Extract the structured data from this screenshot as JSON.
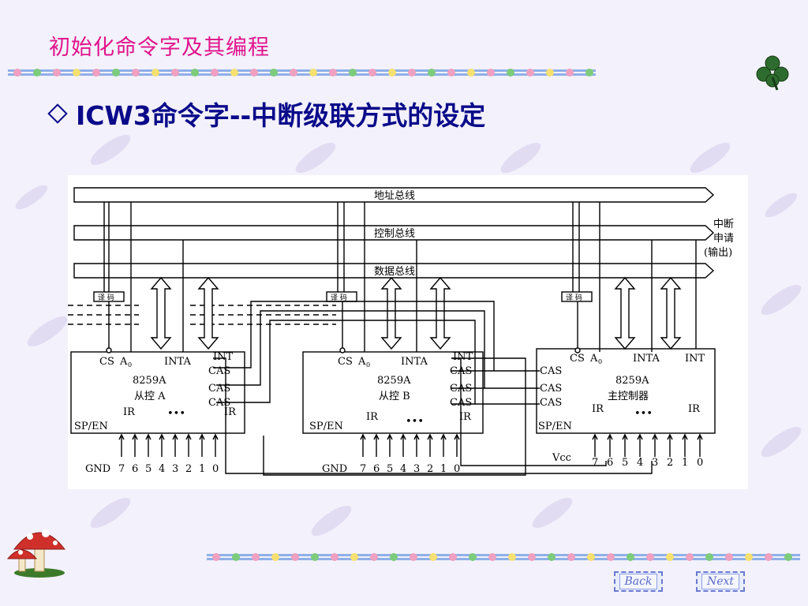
{
  "slide_title": "初始化命令字及其编程",
  "heading": "ICW3命令字--中断级联方式的设定",
  "diagram": {
    "bus_address": "地址总线",
    "bus_control": "控制总线",
    "bus_data": "数据总线",
    "int_request_1": "中断",
    "int_request_2": "申请",
    "int_request_3": "(输出)",
    "decoder": "译 码",
    "cs": "CS",
    "a0": "A",
    "a0_sub": "0",
    "inta": "INTA",
    "int": "INT",
    "cas": "CAS",
    "sp_en": "SP/EN",
    "ir": "IR",
    "dots": "•••",
    "gnd": "GND",
    "vcc": "Vcc",
    "chip_model": "8259A",
    "slave_a_name": "从控 A",
    "slave_b_name": "从控 B",
    "master_name": "主控制器",
    "pins_full": [
      "7",
      "6",
      "5",
      "4",
      "3",
      "2",
      "1",
      "0"
    ]
  },
  "nav": {
    "back": "Back",
    "next": "Next"
  },
  "icons": {
    "shamrock": "shamrock-icon",
    "mushroom": "mushroom-icon",
    "bullet": "diamond-bullet-icon"
  },
  "colors": {
    "title": "#e0148c",
    "heading": "#0a0a8a",
    "background": "#f3f1fb"
  }
}
